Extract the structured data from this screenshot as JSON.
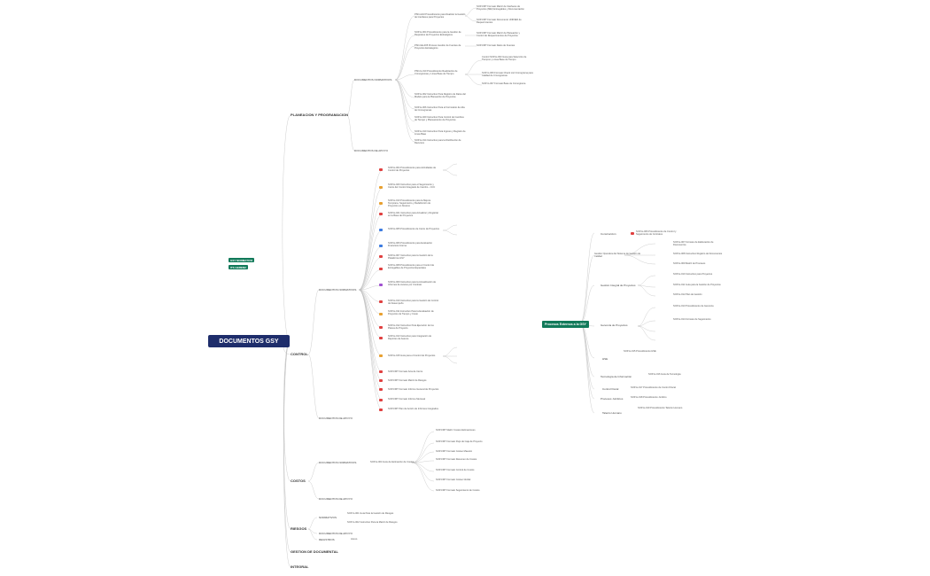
{
  "root": "DOCUMENTOS GSY",
  "tags": [
    "GSY NORMATIVO",
    "ITS GERENC"
  ],
  "right_root": "Procesos Externos a la GSY",
  "main_branches": {
    "planeacion": "PLANEACION Y PROGRAMACION",
    "control": "CONTROL",
    "costos": "COSTOS",
    "riesgos": "RIESGOS",
    "gestion": "GESTION DE DOCUMENTAL",
    "integral": "INTEGRAL"
  },
  "planeacion": {
    "sub1": "DOCUMENTOS NORMATIVOS",
    "sub2": "DOCUMENTOS DE APOYO",
    "items": [
      "PSN-ALM Procedimiento para Realizar la Gestión de Interfaces para Proyectos",
      "SOP-H-004 Procedimiento para la Gestión de Requisitos de Proyectos Estratégicos",
      "PSN-GE-005 Proceso Gestión de Fuentes de Proyectos Estratégicos",
      "PSN-G-010 Procedimiento Realización de Cronogramas y Línea Base de Tiempo",
      "SOP-H-002 Instructivo Para Registro de Datos del Modelo para la Planeación de Proyectos",
      "SOP-H-006 Instructivo Para el Formulario de Alta de Cronogramas",
      "SOP-H-020 Instructivo Para Control de Cambios de Tiempo y Planeamiento de Proyectos",
      "SOP-H-010 Instructivo Para Ingreso y Registro de Línea Base",
      "SOP-H-014 Instructivo para la Distribución de Recursos"
    ],
    "sub_items": [
      "SOP-FMT Formato Matriz de Interfaces de Proyectos (MEI) Entregables y Documentación",
      "SOP-FMT Formato Documento UNIFIED de Requerimientos",
      "SOP-FMT Formato Matriz de Planeación y Control de Requerimientos de Proyectos",
      "SOP-FMT Formato Datos de Fuentes",
      "Control SOP-H-003 Guía para Selección de Tiempos y Línea Base de Tiempo",
      "SOP-G-006 Formato Check List Cronograma para Calidad de Cronogramas",
      "SOP-G-007 Formato Base de Cronograma"
    ]
  },
  "control": {
    "sub1": "DOCUMENTOS NORMATIVOS",
    "sub2": "DOCUMENTOS DE APOYO",
    "items": [
      "SOP-H-004 Procedimiento para Actividades de Control de Proyectos",
      "SOP-H-020 Instructivo para el Seguimiento y Cierre del Control Integrado de Cambio - CCC",
      "SOP-H-010 Procedimiento para la Mejora Temprana, Seguimiento y Redefinición de Proyectos en Alcance",
      "SOP-H-021 Instructivo para Actualizar y Registrar en la Base de Proyectos",
      "SOP-H-005 Procedimiento de Cierre de Proyectos",
      "SOP-H-006 Procedimiento para Evaluación Financiera Interna",
      "SOP-H-007 Instructivo para la Gestión de la Plataforma GSY",
      "SOP-H-008 Procedimiento para el Control de Entregables de Proyectos Especiales",
      "SOP-H-009 Instructivo para la Actualización de Informes de Avance por Contrato",
      "SOP-H-010 Instructivo para la Gestión de Control de Desempeño",
      "SOP-H-011 Instructivo Para la Evaluación de Proyectos de Tiempo y Costo",
      "SOP-H-012 Instructivo Para Ejecución de los Planes de Proyecto",
      "SOP-H-013 Instructivo para Integración de Reportes de Avance",
      "SOP-H-015 Guía para el Control de Proyectos",
      "SOP-FMT Formato Acta de Cierre",
      "SOP-FMT Formato Matriz de Riesgos",
      "SOP-FMT Formato Informe General de Proyectos",
      "SOP-FMT Formato Informe Mensual",
      "SOP-FMT Plan de Acción de Informes Integrados"
    ]
  },
  "costos": {
    "sub1": "DOCUMENTOS NORMATIVOS",
    "item": "SOP-H-004 Guía de Estimación de Costos",
    "sub2": "DOCUMENTOS DE APOYO",
    "sub_items": [
      "SOP-FMT Matriz Costeo Estimaciones",
      "SOP-FMT Formato Flujo de Caja de Proyecto",
      "SOP-FMT Formato Costeo Maestro",
      "SOP-FMT Formato Resumen de Costos",
      "SOP-FMT Formato Control de Costos",
      "SOP-FMT Formato Costeo Global",
      "SOP-FMT Formato Seguimiento de Costos"
    ]
  },
  "riesgos": {
    "sub1": "NORMATIVOS",
    "sub2": "DOCUMENTOS DE APOYO",
    "sub3": "REGISTROS",
    "items": [
      "SOP-G-001 Guía Para la Gestión de Riesgos",
      "SOP-G-002 Instructivo Para la Matriz de Riesgos",
      "Anexo"
    ]
  },
  "right": {
    "categories": [
      "Construcción",
      "Gestión Operativa del Sistema de Gestión de Calidad",
      "Gestión Integral de Proyectos",
      "Gerencia de Proyectos",
      "HSE",
      "Tecnología de Información",
      "Control Fiscal",
      "Procesos Jurídicos",
      "Talento Humano"
    ],
    "items": [
      "SOP-H-006 Procedimiento de Control y Seguimiento de Contratos",
      "SOP-H-007 Formato de Elaboración de Documentos",
      "SOP-H-008 Instructivo Registro de Documentos",
      "SOP-H-009 Matriz de Procesos",
      "SOP-H-010 Instructivo para Proyectos",
      "SOP-H-011 Guía para la Gestión de Proyectos",
      "SOP-H-012 Plan de Gestión",
      "SOP-H-013 Procedimiento de Gerencia",
      "SOP-H-014 Formato de Seguimiento",
      "SOP-H-015 Procedimiento HSE",
      "SOP-H-016 Guía de Tecnología",
      "SOP-H-017 Procedimiento de Control Fiscal",
      "SOP-H-018 Procedimiento Jurídico",
      "SOP-H-019 Procedimiento Talento Humano"
    ]
  }
}
